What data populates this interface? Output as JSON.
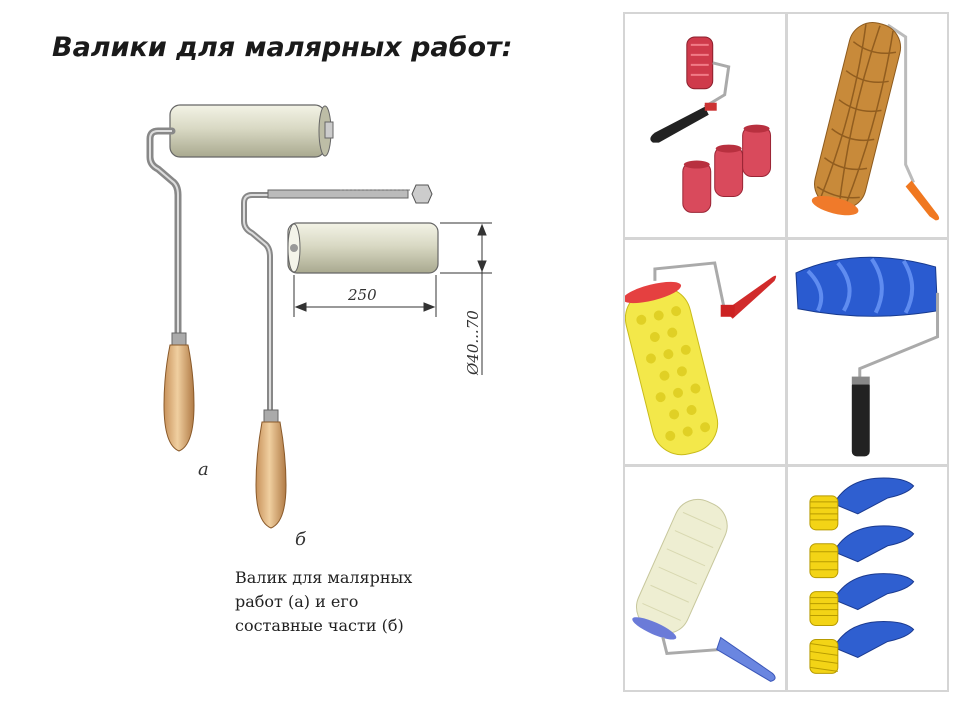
{
  "slide": {
    "title": "Валики для малярных работ:"
  },
  "drawing": {
    "label_a": "а",
    "label_b": "б",
    "dimension_length": "250",
    "dimension_diameter": "Ø40...70"
  },
  "caption": {
    "line1": "Валик для малярных",
    "line2": "работ (а) и его",
    "line3": "составные части (б)"
  },
  "gallery": {
    "items": [
      {
        "icon": "patterned-roller-set-icon"
      },
      {
        "icon": "orange-fiber-roller-icon"
      },
      {
        "icon": "yellow-foam-roller-icon"
      },
      {
        "icon": "blue-texture-roller-icon"
      },
      {
        "icon": "white-fleece-roller-icon"
      },
      {
        "icon": "yellow-spiked-rollers-icon"
      }
    ]
  }
}
